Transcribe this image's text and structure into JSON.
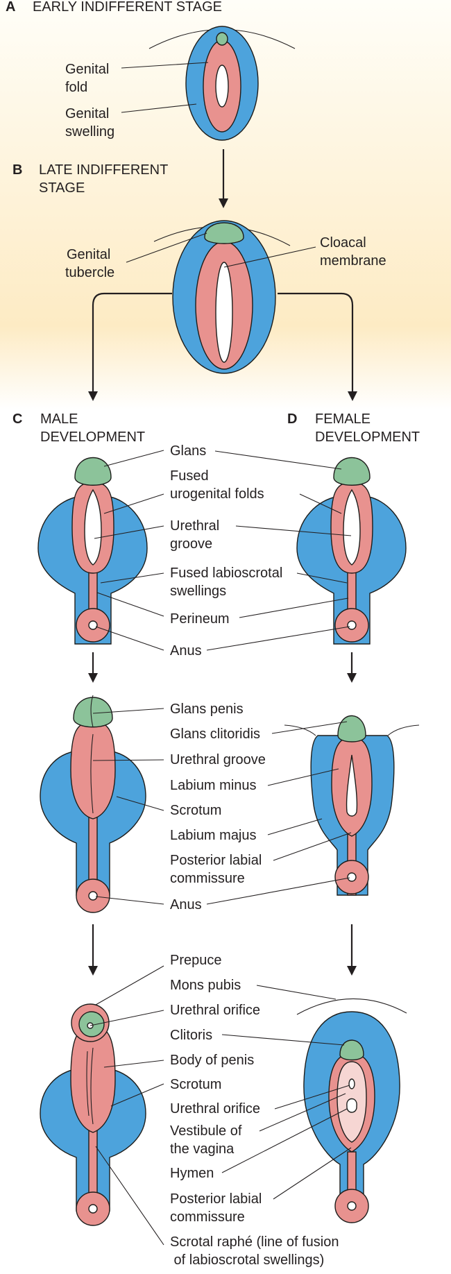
{
  "colors": {
    "blue": "#4da3dc",
    "pink": "#e8928f",
    "pink_light": "#f6d6d3",
    "green": "#8cc39a",
    "background_gradient_top": "#fffef8",
    "background_gradient_bottom": "#fdebc4"
  },
  "panels": {
    "a": {
      "letter": "A",
      "title_1": "EARLY INDIFFERENT STAGE"
    },
    "b": {
      "letter": "B",
      "title_1": "LATE INDIFFERENT",
      "title_2": "STAGE"
    },
    "c": {
      "letter": "C",
      "title_1": "MALE",
      "title_2": "DEVELOPMENT"
    },
    "d": {
      "letter": "D",
      "title_1": "FEMALE",
      "title_2": "DEVELOPMENT"
    }
  },
  "labels": {
    "a": {
      "genital_fold_1": "Genital",
      "genital_fold_2": "fold",
      "genital_swelling_1": "Genital",
      "genital_swelling_2": "swelling"
    },
    "b": {
      "genital_tubercle_1": "Genital",
      "genital_tubercle_2": "tubercle",
      "cloacal_membrane_1": "Cloacal",
      "cloacal_membrane_2": "membrane"
    },
    "row1": {
      "glans": "Glans",
      "fused_urogenital_folds_1": "Fused",
      "fused_urogenital_folds_2": "urogenital folds",
      "urethral_groove_1": "Urethral",
      "urethral_groove_2": "groove",
      "fused_labioscrotal_1": "Fused labioscrotal",
      "fused_labioscrotal_2": "swellings",
      "perineum": "Perineum",
      "anus": "Anus"
    },
    "row2": {
      "glans_penis": "Glans penis",
      "glans_clitoridis": "Glans clitoridis",
      "urethral_groove": "Urethral groove",
      "labium_minus": "Labium minus",
      "scrotum": "Scrotum",
      "labium_majus": "Labium majus",
      "posterior_labial_commissure_1": "Posterior labial",
      "posterior_labial_commissure_2": "commissure",
      "anus": "Anus"
    },
    "row3": {
      "prepuce": "Prepuce",
      "mons_pubis": "Mons pubis",
      "urethral_orifice": "Urethral orifice",
      "clitoris": "Clitoris",
      "body_of_penis": "Body of penis",
      "scrotum": "Scrotum",
      "urethral_orifice_female": "Urethral orifice",
      "vestibule_1": "Vestibule of",
      "vestibule_2": "the vagina",
      "hymen": "Hymen",
      "posterior_labial_commissure_1": "Posterior labial",
      "posterior_labial_commissure_2": "commissure",
      "scrotal_raphe_1": "Scrotal raphé (line of fusion",
      "scrotal_raphe_2": " of labioscrotal swellings)"
    }
  }
}
